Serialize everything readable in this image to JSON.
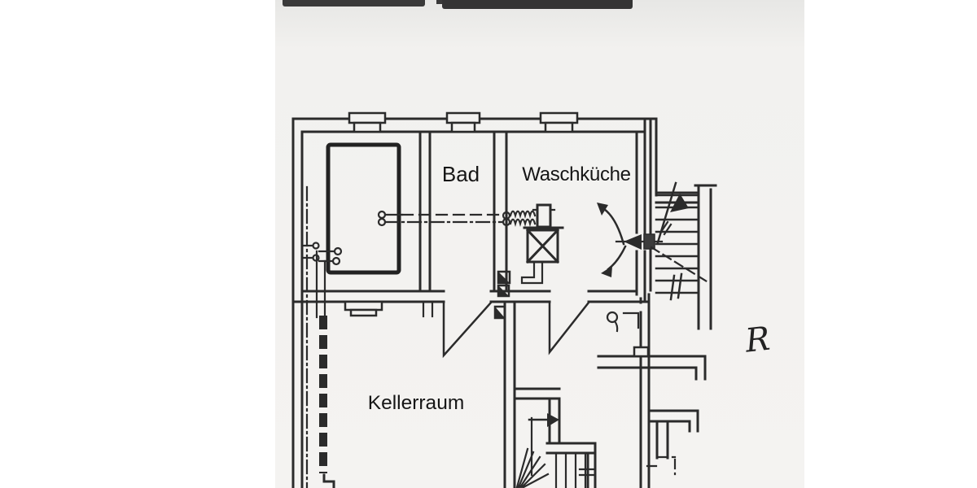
{
  "image_type": "scanned-basement-floor-plan-photo",
  "colors": {
    "page_background": "#ffffff",
    "scan_paper": "#f3f2f0",
    "ink": "#2b2b2b",
    "photo_edge_bar": "#383838",
    "label_text": "#161616"
  },
  "floorplan": {
    "rooms": [
      {
        "id": "bad",
        "label": "Bad"
      },
      {
        "id": "waschkueche",
        "label": "Waschküche"
      },
      {
        "id": "kellerraum",
        "label": "Kellerraum"
      }
    ],
    "annotation": {
      "label": "R"
    },
    "symbols": [
      "window-symbol",
      "door-swing",
      "exterior-staircase",
      "interior-winder-staircase",
      "boiler-washer-unit",
      "dashed-pipe-run",
      "flue-shaft-squares",
      "entrance-arrow",
      "circulation-arrows",
      "handwritten-mark"
    ]
  }
}
